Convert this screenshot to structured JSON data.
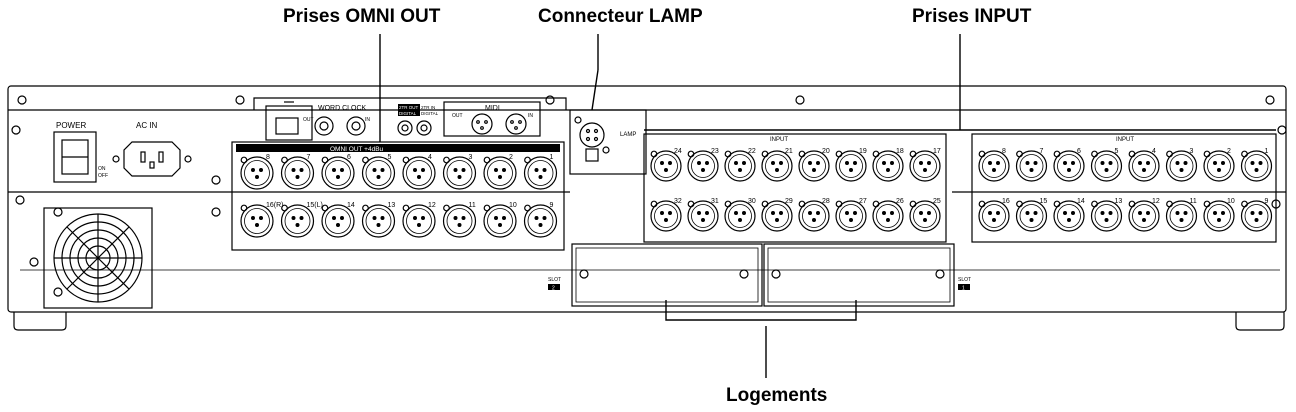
{
  "callouts": {
    "omni_out": "Prises OMNI OUT",
    "lamp": "Connecteur LAMP",
    "input": "Prises INPUT",
    "slots": "Logements"
  },
  "panel": {
    "power": "POWER",
    "on": "ON",
    "off": "OFF",
    "ac_in": "AC IN",
    "word_clock": "WORD CLOCK",
    "wc_out": "OUT",
    "wc_in": "IN",
    "out_digital_top": "2TR OUT",
    "out_digital_bottom": "DIGITAL",
    "in_digital_top": "2TR IN",
    "in_digital_bottom": "DIGITAL",
    "midi": "MIDI",
    "midi_out": "OUT",
    "midi_in": "IN",
    "lamp": "LAMP",
    "omni_header": "OMNI OUT +4dBu",
    "input_header_left": "INPUT",
    "input_header_right": "INPUT",
    "slot_left_label": "SLOT",
    "slot_left_num": "2",
    "slot_right_label": "SLOT",
    "slot_right_num": "1"
  },
  "omni_out": {
    "top_row": [
      "8",
      "7",
      "6",
      "5",
      "4",
      "3",
      "2",
      "1"
    ],
    "bottom_row": [
      "16",
      "15",
      "14",
      "13",
      "12",
      "11",
      "10",
      "9"
    ],
    "markers": {
      "16": "(R)",
      "15": "(L)"
    }
  },
  "input_left": {
    "top_row": [
      "24",
      "23",
      "22",
      "21",
      "20",
      "19",
      "18",
      "17"
    ],
    "bottom_row": [
      "32",
      "31",
      "30",
      "29",
      "28",
      "27",
      "26",
      "25"
    ]
  },
  "input_right": {
    "top_row": [
      "8",
      "7",
      "6",
      "5",
      "4",
      "3",
      "2",
      "1"
    ],
    "bottom_row": [
      "16",
      "15",
      "14",
      "13",
      "12",
      "11",
      "10",
      "9"
    ]
  },
  "colors": {
    "line": "#000000",
    "chassis": "#ffffff",
    "header_bar": "#000000"
  }
}
